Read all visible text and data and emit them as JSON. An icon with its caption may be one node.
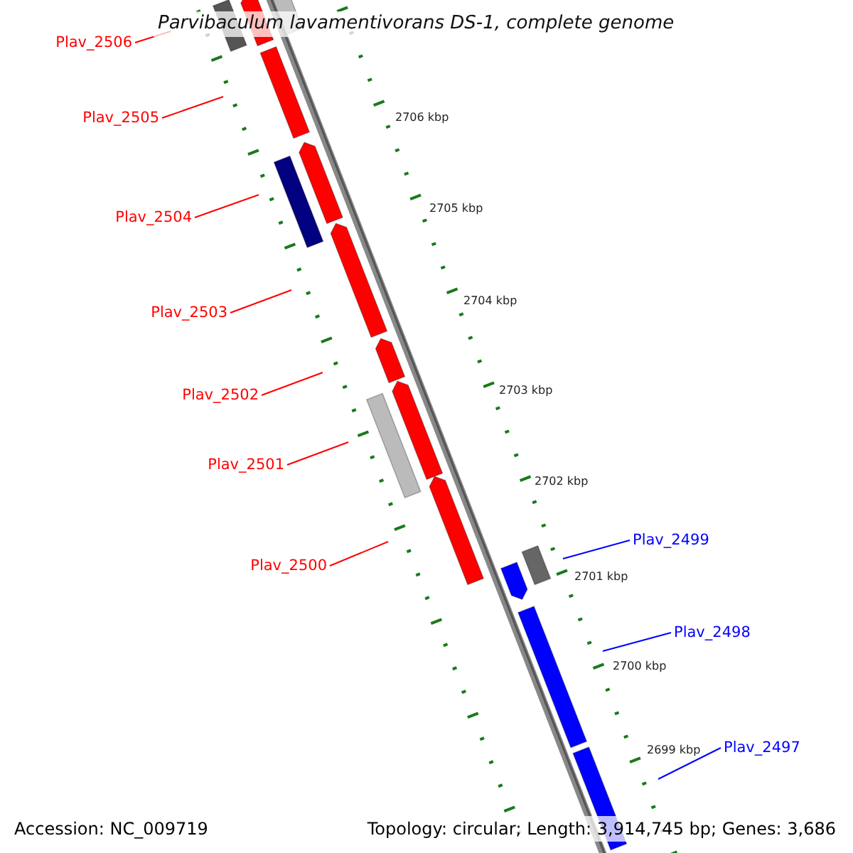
{
  "diagram": {
    "title": "Parvibaculum lavamentivorans DS-1, complete genome",
    "nodes": [
      {
        "text": [
          "Plav_2506"
        ]
      },
      {
        "text": [
          "Plav_2505"
        ]
      },
      {
        "text": [
          "Plav_2504"
        ]
      },
      {
        "text": [
          "Plav_2503"
        ]
      },
      {
        "text": [
          "Plav_2502"
        ]
      },
      {
        "text": [
          "Plav_2501"
        ]
      },
      {
        "text": [
          "Plav_2500"
        ]
      },
      {
        "text": [
          "Plav_2499"
        ]
      },
      {
        "text": [
          "Plav_2498"
        ]
      },
      {
        "text": [
          "Plav_2497"
        ]
      }
    ],
    "edges": [
      {
        "from": 0,
        "to": null,
        "arrow": "none"
      },
      {
        "from": 1,
        "to": null,
        "arrow": "none"
      },
      {
        "from": 2,
        "to": null,
        "arrow": "none"
      },
      {
        "from": 3,
        "to": null,
        "arrow": "none"
      },
      {
        "from": 4,
        "to": null,
        "arrow": "none"
      },
      {
        "from": 5,
        "to": null,
        "arrow": "none"
      },
      {
        "from": 6,
        "to": null,
        "arrow": "none"
      },
      {
        "from": 7,
        "to": null,
        "arrow": "none",
        "color": "#0000ff"
      },
      {
        "from": 8,
        "to": null,
        "arrow": "none",
        "color": "#0000ff"
      },
      {
        "from": 9,
        "to": null,
        "arrow": "none",
        "color": "#0000ff"
      }
    ],
    "labels": [
      "2706 kbp",
      "2705 kbp",
      "2704 kbp",
      "2703 kbp",
      "2702 kbp",
      "2701 kbp",
      "2700 kbp",
      "2699 kbp",
      "Accession: NC_009719",
      "Topology: circular; Length: 3,914,745 bp; Genes: 3,686"
    ]
  }
}
